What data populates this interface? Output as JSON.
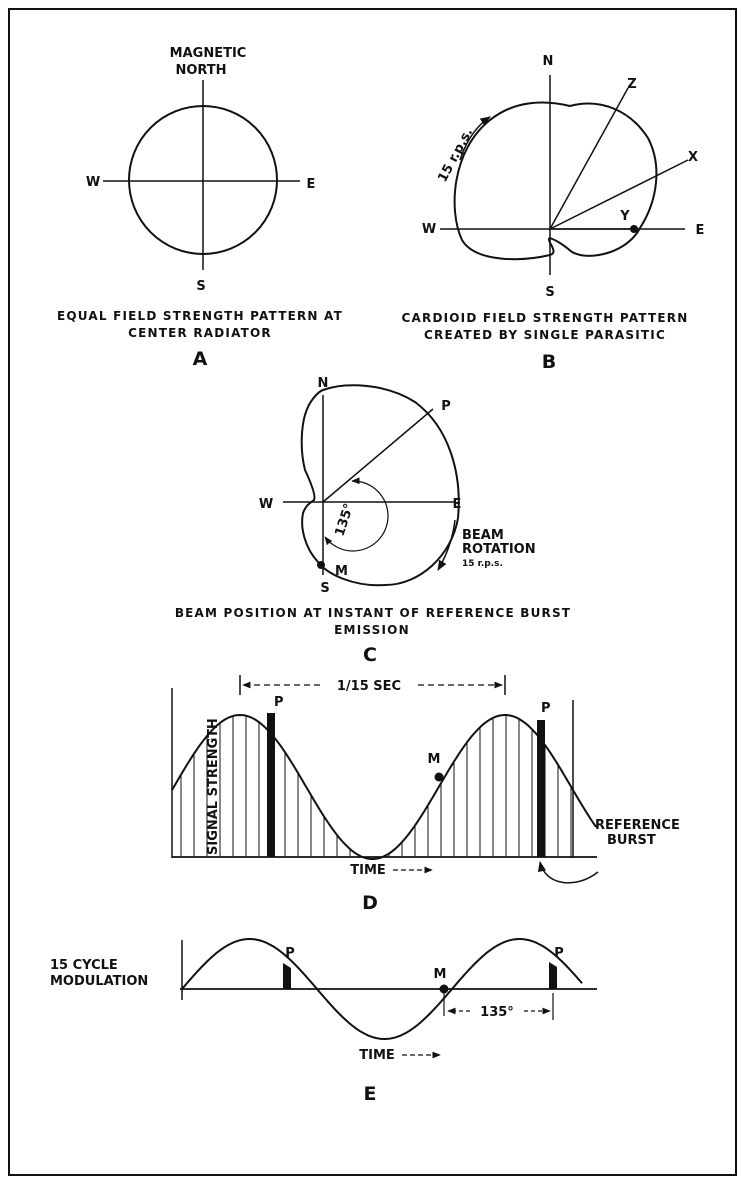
{
  "panel_a": {
    "top_label_1": "MAGNETIC",
    "top_label_2": "NORTH",
    "west": "W",
    "east": "E",
    "south": "S",
    "caption_1": "EQUAL FIELD STRENGTH PATTERN AT",
    "caption_2": "CENTER RADIATOR",
    "letter": "A"
  },
  "panel_b": {
    "north": "N",
    "west": "W",
    "east": "E",
    "south": "S",
    "ray_z": "Z",
    "ray_x": "X",
    "point_y": "Y",
    "rotation": "15 r.p.s.",
    "caption_1": "CARDIOID FIELD STRENGTH PATTERN",
    "caption_2": "CREATED BY SINGLE PARASITIC",
    "letter": "B"
  },
  "panel_c": {
    "north": "N",
    "west": "W",
    "east": "E",
    "south": "S",
    "ray_p": "P",
    "angle": "135°",
    "point_m": "M",
    "beam_1": "BEAM",
    "beam_2": "ROTATION",
    "beam_3": "15 r.p.s.",
    "caption_1": "BEAM POSITION AT INSTANT OF REFERENCE BURST",
    "caption_2": "EMISSION",
    "letter": "C"
  },
  "panel_d": {
    "period": "1/15 SEC",
    "ylabel": "SIGNAL STRENGTH",
    "peak_p1": "P",
    "peak_p2": "P",
    "point_m": "M",
    "ref_1": "REFERENCE",
    "ref_2": "BURST",
    "xlabel": "TIME",
    "letter": "D"
  },
  "panel_e": {
    "label_1": "15 CYCLE",
    "label_2": "MODULATION",
    "peak_p1": "P",
    "peak_p2": "P",
    "point_m": "M",
    "angle": "135°",
    "xlabel": "TIME",
    "letter": "E"
  }
}
